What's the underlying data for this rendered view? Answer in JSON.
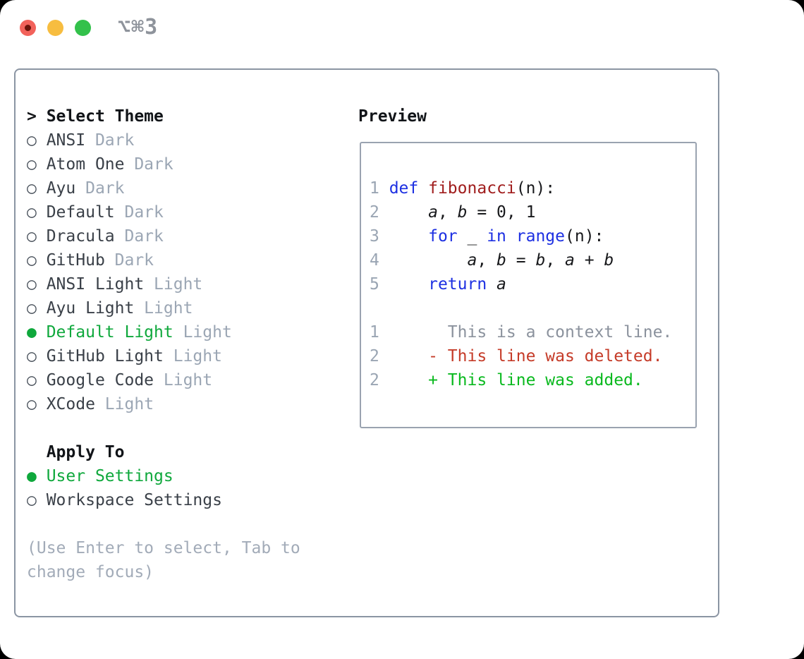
{
  "window": {
    "shortcut_label": "⌥⌘3"
  },
  "traffic_lights": {
    "red": "#f2625b",
    "red_dot": "#6b130b",
    "yellow": "#f7bd40",
    "green": "#33c14b"
  },
  "theme_selector": {
    "cursor": "> ",
    "title": "Select Theme",
    "items": [
      {
        "name": "ANSI",
        "variant": "Dark",
        "selected": false
      },
      {
        "name": "Atom One",
        "variant": "Dark",
        "selected": false
      },
      {
        "name": "Ayu",
        "variant": "Dark",
        "selected": false
      },
      {
        "name": "Default",
        "variant": "Dark",
        "selected": false
      },
      {
        "name": "Dracula",
        "variant": "Dark",
        "selected": false
      },
      {
        "name": "GitHub",
        "variant": "Dark",
        "selected": false
      },
      {
        "name": "ANSI Light",
        "variant": "Light",
        "selected": false
      },
      {
        "name": "Ayu Light",
        "variant": "Light",
        "selected": false
      },
      {
        "name": "Default Light",
        "variant": "Light",
        "selected": true
      },
      {
        "name": "GitHub Light",
        "variant": "Light",
        "selected": false
      },
      {
        "name": "Google Code",
        "variant": "Light",
        "selected": false
      },
      {
        "name": "XCode",
        "variant": "Light",
        "selected": false
      }
    ],
    "bullet_unselected": "○",
    "bullet_selected": "●"
  },
  "apply_to": {
    "title": "Apply To",
    "options": [
      {
        "label": "User Settings",
        "selected": true
      },
      {
        "label": "Workspace Settings",
        "selected": false
      }
    ]
  },
  "help_text": {
    "line1": "(Use Enter to select, Tab to",
    "line2": "change focus)"
  },
  "preview": {
    "title": "Preview",
    "code_lines": [
      {
        "num": "1",
        "tokens": [
          [
            "kw",
            "def"
          ],
          [
            "txt",
            " "
          ],
          [
            "fn",
            "fibonacci"
          ],
          [
            "txt",
            "(n):"
          ]
        ]
      },
      {
        "num": "2",
        "tokens": [
          [
            "txt",
            "    "
          ],
          [
            "var",
            "a"
          ],
          [
            "txt",
            ", "
          ],
          [
            "var",
            "b"
          ],
          [
            "txt",
            " = 0, 1"
          ]
        ]
      },
      {
        "num": "3",
        "tokens": [
          [
            "txt",
            "    "
          ],
          [
            "kw",
            "for"
          ],
          [
            "txt",
            " _ "
          ],
          [
            "kw",
            "in"
          ],
          [
            "txt",
            " "
          ],
          [
            "kw",
            "range"
          ],
          [
            "txt",
            "(n):"
          ]
        ]
      },
      {
        "num": "4",
        "tokens": [
          [
            "txt",
            "        "
          ],
          [
            "var",
            "a"
          ],
          [
            "txt",
            ", "
          ],
          [
            "var",
            "b"
          ],
          [
            "txt",
            " = "
          ],
          [
            "var",
            "b"
          ],
          [
            "txt",
            ", "
          ],
          [
            "var",
            "a"
          ],
          [
            "txt",
            " + "
          ],
          [
            "var",
            "b"
          ]
        ]
      },
      {
        "num": "5",
        "tokens": [
          [
            "txt",
            "    "
          ],
          [
            "kw",
            "return"
          ],
          [
            "txt",
            " "
          ],
          [
            "var",
            "a"
          ]
        ]
      }
    ],
    "diff_lines": [
      {
        "num": "1",
        "gap": "       ",
        "text": "This is a context line.",
        "kind": "ctx"
      },
      {
        "num": "2",
        "gap": "     ",
        "text": "- This line was deleted.",
        "kind": "del"
      },
      {
        "num": "2",
        "gap": "     ",
        "text": "+ This line was added.",
        "kind": "add"
      }
    ]
  },
  "colors": {
    "accent_green": "#0fa83c",
    "keyword_blue": "#1d30e2",
    "function_red": "#a01d1d",
    "diff_deleted": "#c53b28",
    "diff_added": "#09b91e",
    "muted_gray": "#9ba6b4",
    "panel_border": "#8b95a3"
  }
}
